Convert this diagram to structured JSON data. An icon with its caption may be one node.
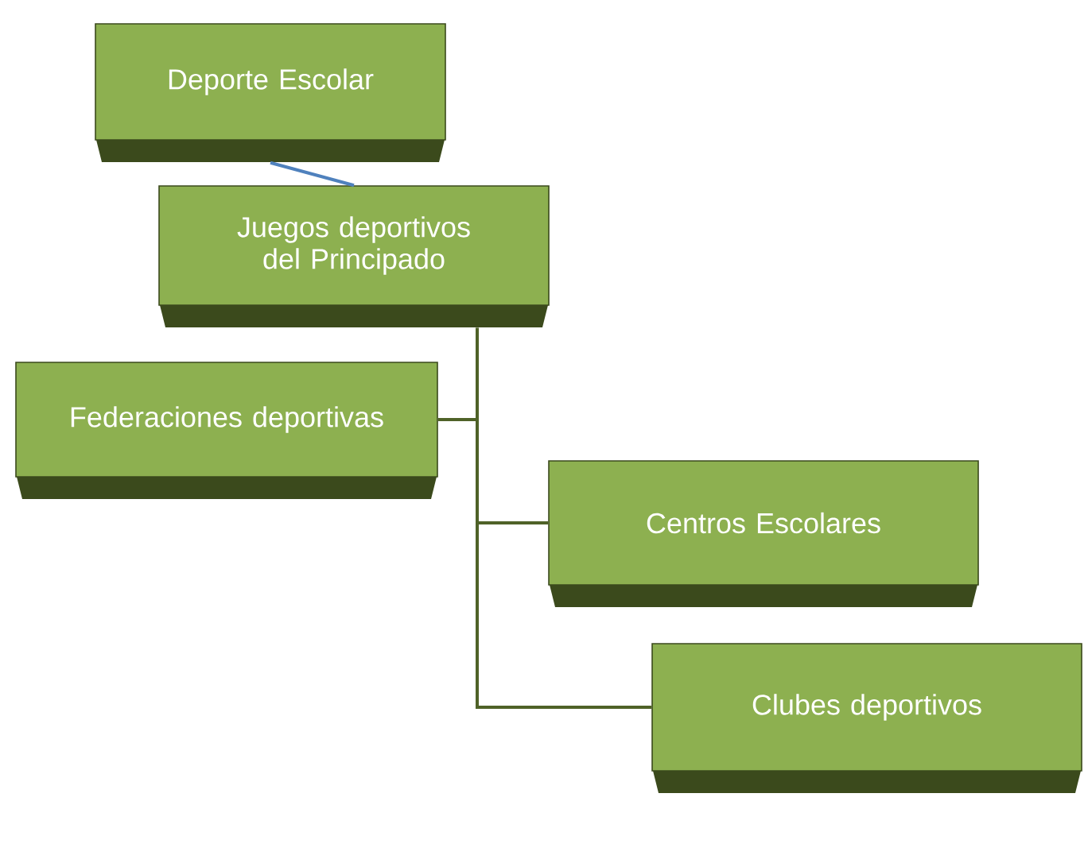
{
  "diagram": {
    "nodes": [
      {
        "text": [
          "Deporte Escolar"
        ]
      },
      {
        "text": [
          "Juegos deportivos del Principado"
        ]
      },
      {
        "text": [
          "Federaciones deportivas"
        ]
      },
      {
        "text": [
          "Centros Escolares"
        ]
      },
      {
        "text": [
          "Clubes deportivos"
        ]
      }
    ],
    "edges": [
      {
        "from": 0,
        "to": 1,
        "arrow": "none",
        "color": "#4f81bd"
      },
      {
        "from": 1,
        "to": 2,
        "arrow": "none"
      },
      {
        "from": 1,
        "to": 3,
        "arrow": "none"
      },
      {
        "from": 1,
        "to": 4,
        "arrow": "none"
      }
    ]
  }
}
